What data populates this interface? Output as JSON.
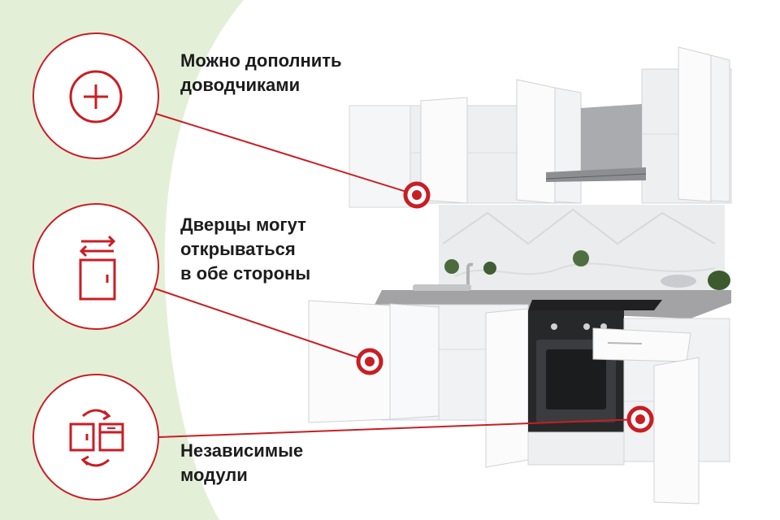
{
  "colors": {
    "accent": "#c81e24",
    "background_green": "#e4efd8",
    "text": "#1c1c1c"
  },
  "features": [
    {
      "icon": "plus-icon",
      "lines": [
        "Можно дополнить",
        "доводчиками"
      ]
    },
    {
      "icon": "door-swap-icon",
      "lines": [
        "Дверцы могут",
        "открываться",
        "в обе стороны"
      ]
    },
    {
      "icon": "modules-swap-icon",
      "lines": [
        "Независимые",
        "модули"
      ]
    }
  ]
}
